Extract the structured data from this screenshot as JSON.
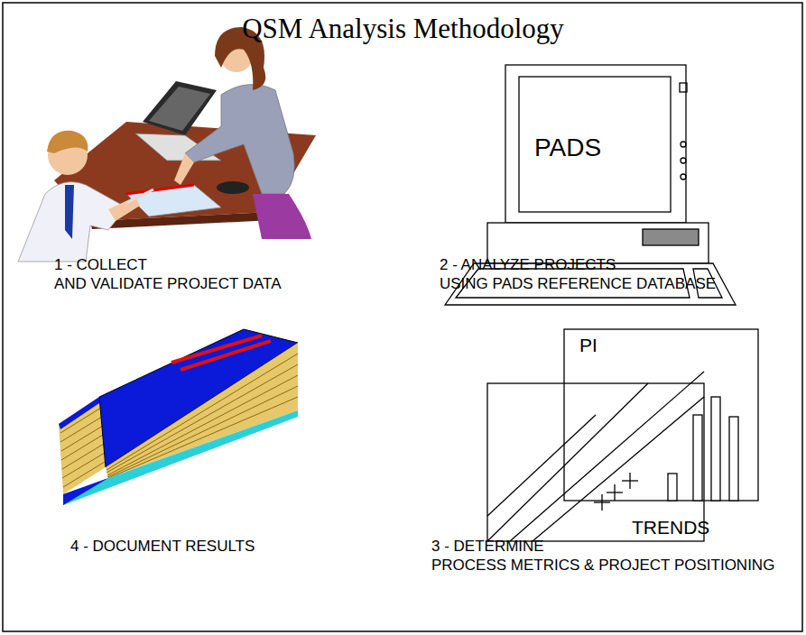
{
  "diagram": {
    "title": "QSM Analysis Methodology",
    "labels": [
      "1 - COLLECT AND VALIDATE PROJECT DATA",
      "PADS",
      "2 - ANALYZE PROJECTS USING PADS REFERENCE DATABASE",
      "4 - DOCUMENT RESULTS",
      "PI",
      "TRENDS",
      "3 - DETERMINE PROCESS METRICS & PROJECT POSITIONING"
    ]
  }
}
